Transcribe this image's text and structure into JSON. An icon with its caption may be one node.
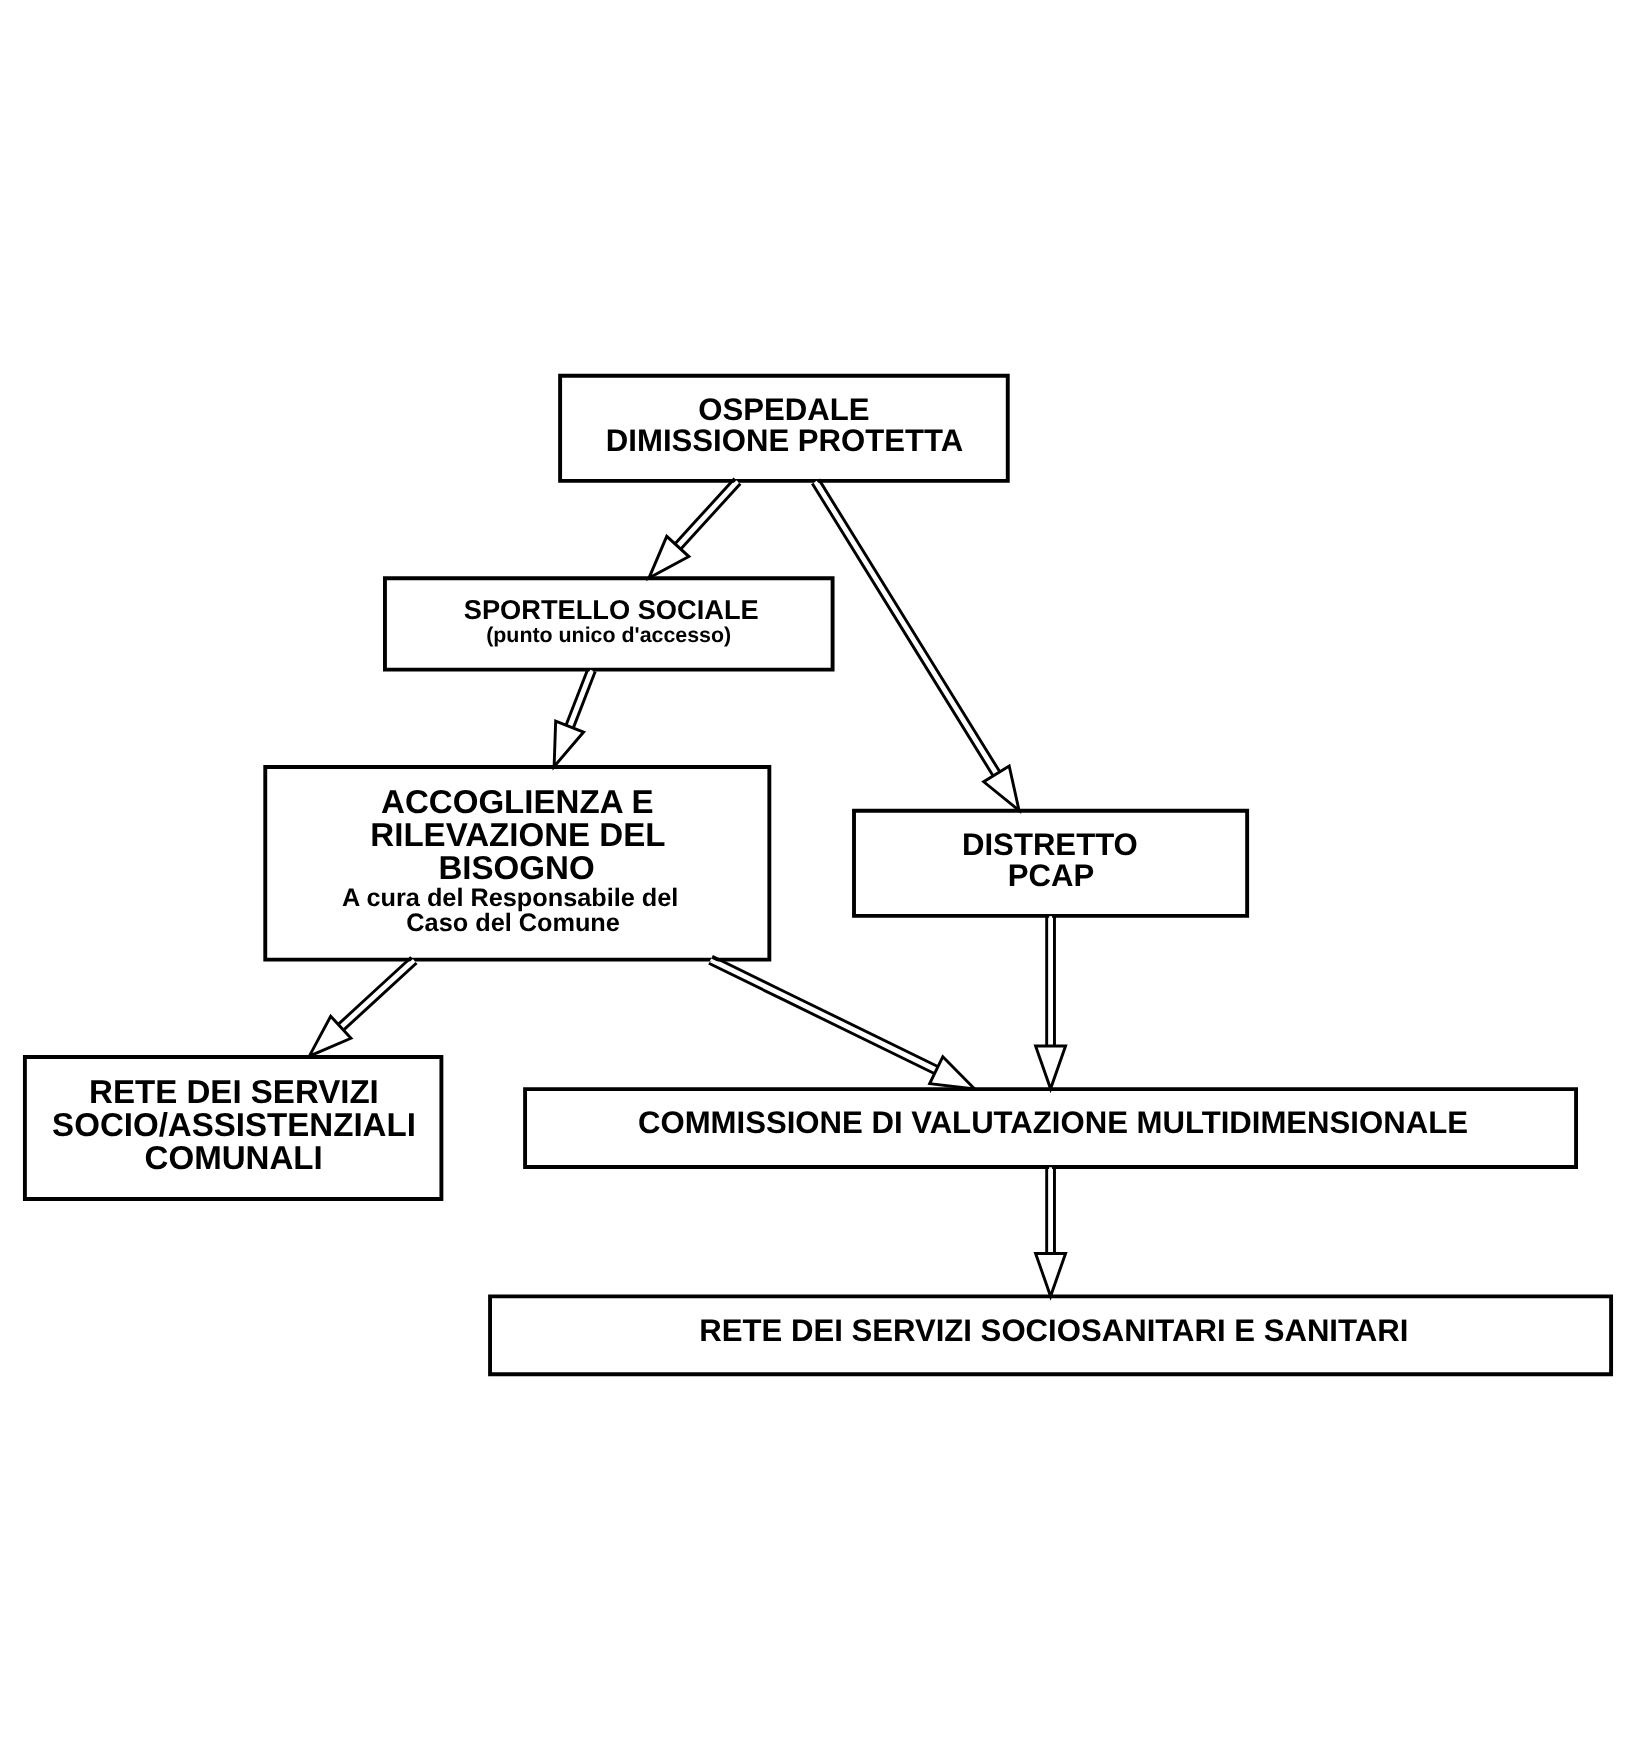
{
  "diagram": {
    "nodes": [
      {
        "text": [
          "OSPEDALE",
          "DIMISSIONE PROTETTA"
        ]
      },
      {
        "text": [
          "SPORTELLO SOCIALE",
          "(punto unico d'accesso)"
        ]
      },
      {
        "text": [
          "ACCOGLIENZA E RILEVAZIONE DEL BISOGNO",
          "A cura del Responsabile del Caso del Comune"
        ]
      },
      {
        "text": [
          "DISTRETTO",
          "PCAP"
        ]
      },
      {
        "text": [
          "RETE DEI SERVIZI SOCIO/ASSISTENZIALI COMUNALI"
        ]
      },
      {
        "text": [
          "COMMISSIONE DI VALUTAZIONE MULTIDIMENSIONALE"
        ]
      },
      {
        "text": [
          "RETE DEI SERVIZI SOCIOSANITARI E SANITARI"
        ]
      }
    ],
    "edges": [
      {
        "from": 0,
        "to": 1,
        "arrow": "to"
      },
      {
        "from": 0,
        "to": 3,
        "arrow": "to"
      },
      {
        "from": 1,
        "to": 2,
        "arrow": "to"
      },
      {
        "from": 2,
        "to": 4,
        "arrow": "to"
      },
      {
        "from": 2,
        "to": 5,
        "arrow": "to"
      },
      {
        "from": 3,
        "to": 5,
        "arrow": "to"
      },
      {
        "from": 5,
        "to": 6,
        "arrow": "to"
      }
    ]
  }
}
